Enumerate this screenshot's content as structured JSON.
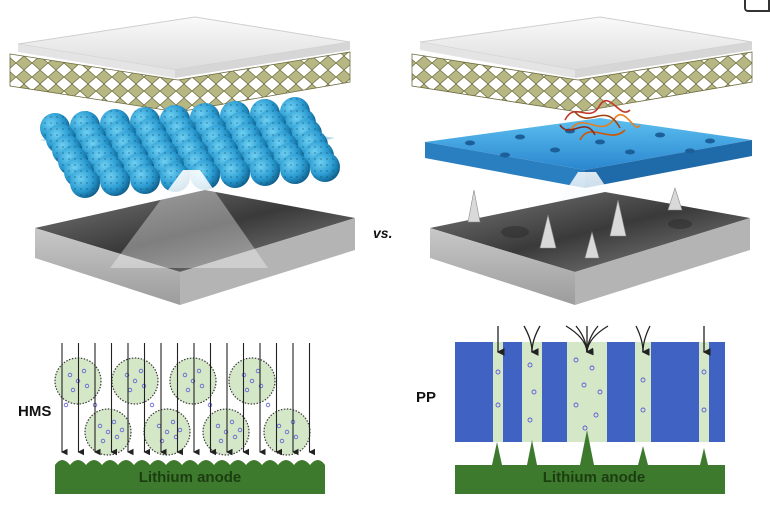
{
  "labels": {
    "vs": "vs.",
    "left_material": "HMS",
    "right_material": "PP",
    "anode_left": "Lithium anode",
    "anode_right": "Lithium anode"
  },
  "colors": {
    "cathode_top": "#f2f2f2",
    "cathode_crystal": "#b7b784",
    "sphere": "#2a9bd1",
    "separator": "#2f97d8",
    "anode_green": "#3d7a2e",
    "pp_blue": "#3f62c3",
    "channel_green": "#d4e8c8",
    "dendrite_grey": "#9a9a9a"
  },
  "icons": [
    "arrow-down-icon",
    "li-ion-dot-icon",
    "window-corner-icon"
  ]
}
